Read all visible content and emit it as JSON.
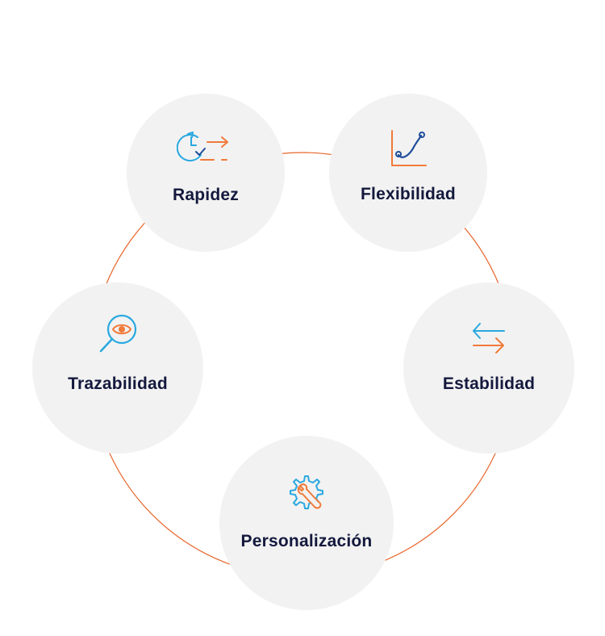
{
  "diagram": {
    "colors": {
      "connector": "#e8652a",
      "node_fill": "#f2f2f2",
      "label": "#14193d",
      "accent_blue": "#29a8e0",
      "accent_orange": "#f07a3a",
      "accent_navy": "#1f4e9c"
    },
    "nodes": [
      {
        "label": "Rapidez",
        "icon": "clock-arrow-icon"
      },
      {
        "label": "Flexibilidad",
        "icon": "curve-chart-icon"
      },
      {
        "label": "Estabilidad",
        "icon": "swap-arrows-icon"
      },
      {
        "label": "Personalización",
        "icon": "gear-wrench-icon"
      },
      {
        "label": "Trazabilidad",
        "icon": "magnifier-eye-icon"
      }
    ]
  }
}
